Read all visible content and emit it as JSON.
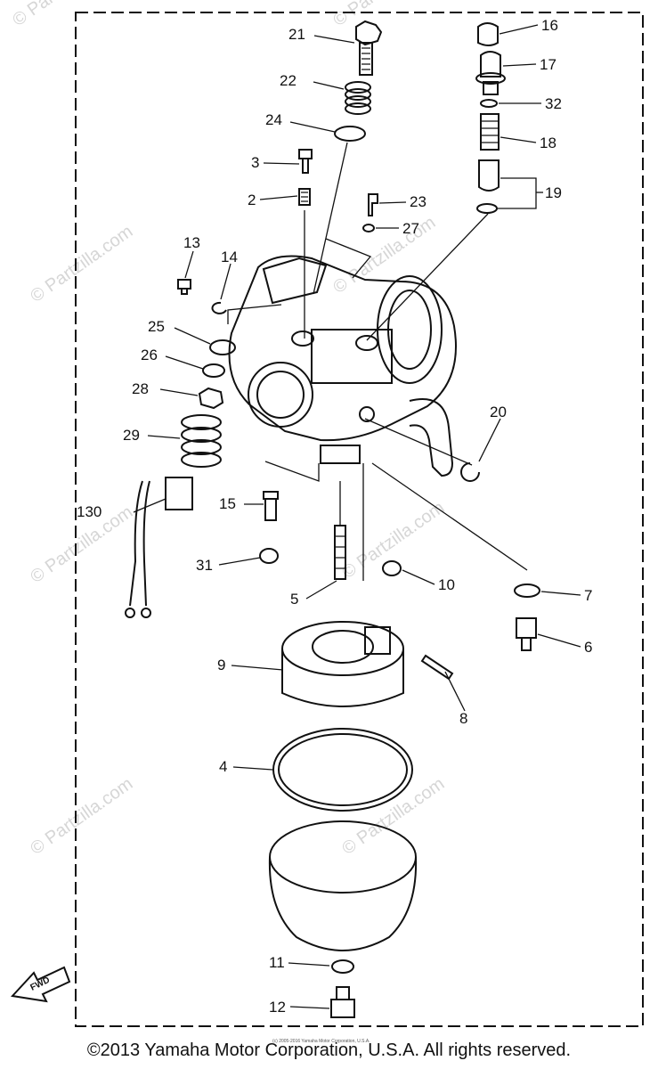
{
  "callouts": [
    "21",
    "22",
    "24",
    "3",
    "2",
    "23",
    "27",
    "16",
    "17",
    "32",
    "18",
    "19",
    "13",
    "14",
    "25",
    "26",
    "28",
    "29",
    "20",
    "15",
    "130",
    "31",
    "5",
    "10",
    "7",
    "6",
    "9",
    "8",
    "4",
    "11",
    "12"
  ],
  "watermark": "© Partzilla.com",
  "small_print": "(c) 2005-2016 Yamaha Motor Corporation, U.S.A.",
  "fwd_label": "FWD",
  "copyright": "©2013 Yamaha Motor Corporation, U.S.A. All rights reserved."
}
